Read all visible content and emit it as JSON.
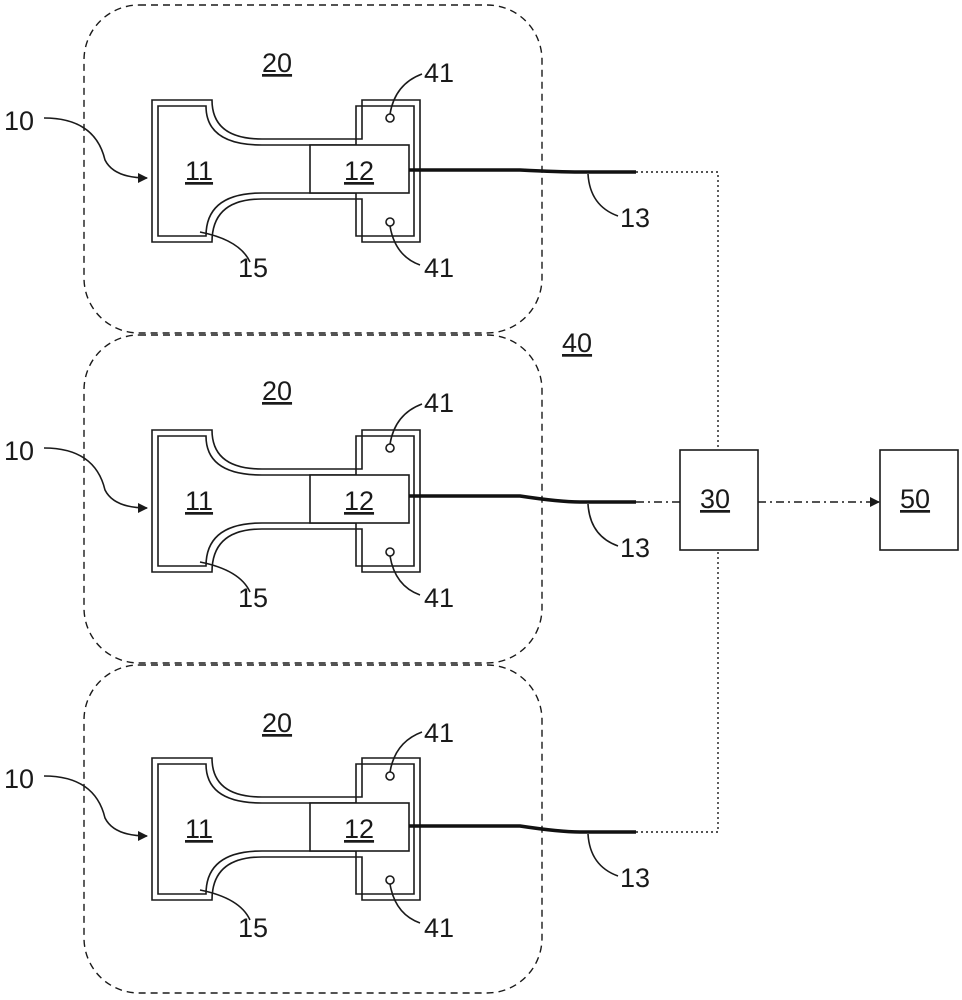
{
  "units": [
    {
      "region_label": "20",
      "probe_label": "10",
      "housing_label": "11",
      "module_label": "12",
      "cable_label": "13",
      "channel_label": "15",
      "mount_top_label": "41",
      "mount_bottom_label": "41"
    },
    {
      "region_label": "20",
      "probe_label": "10",
      "housing_label": "11",
      "module_label": "12",
      "cable_label": "13",
      "channel_label": "15",
      "mount_top_label": "41",
      "mount_bottom_label": "41"
    },
    {
      "region_label": "20",
      "probe_label": "10",
      "housing_label": "11",
      "module_label": "12",
      "cable_label": "13",
      "channel_label": "15",
      "mount_top_label": "41",
      "mount_bottom_label": "41"
    }
  ],
  "group_label": "40",
  "hub": {
    "label": "30"
  },
  "output": {
    "label": "50"
  }
}
